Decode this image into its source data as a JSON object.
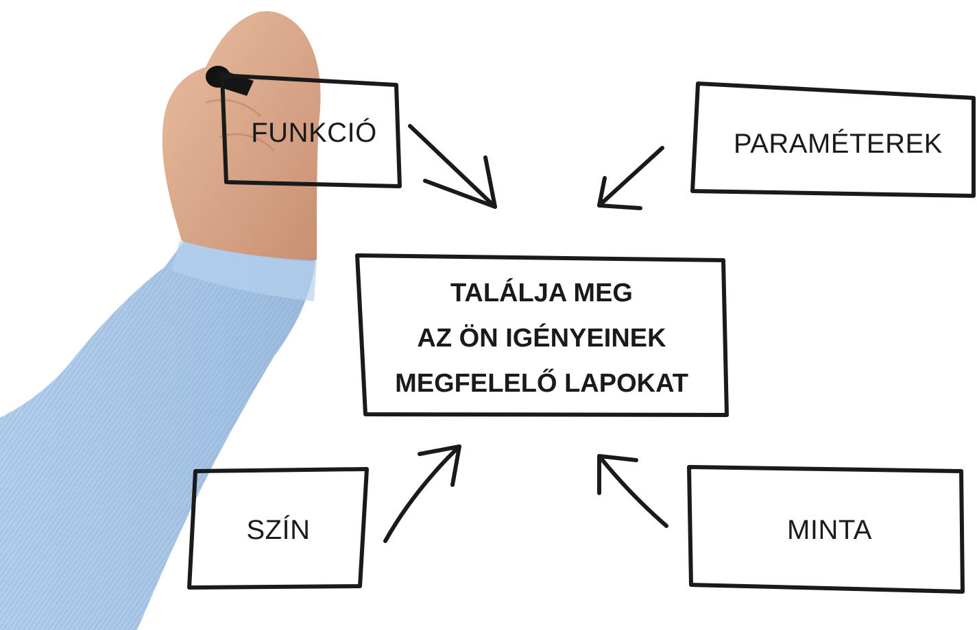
{
  "diagram": {
    "center": {
      "lines": [
        "TALÁLJA MEG",
        "AZ ÖN IGÉNYEINEK",
        "MEGFELELŐ LAPOKAT"
      ]
    },
    "nodes": {
      "funkcio": "FUNKCIÓ",
      "parameterek": "PARAMÉTEREK",
      "szin": "SZÍN",
      "minta": "MINTA"
    }
  },
  "colors": {
    "ink": "#1a1a1a",
    "shirt": "#a9c7e6",
    "skin": "#d9a78a",
    "background": "#ffffff"
  },
  "decor": {
    "hand_with_marker": "photo of hand holding a black marker, light blue shirt sleeve"
  }
}
